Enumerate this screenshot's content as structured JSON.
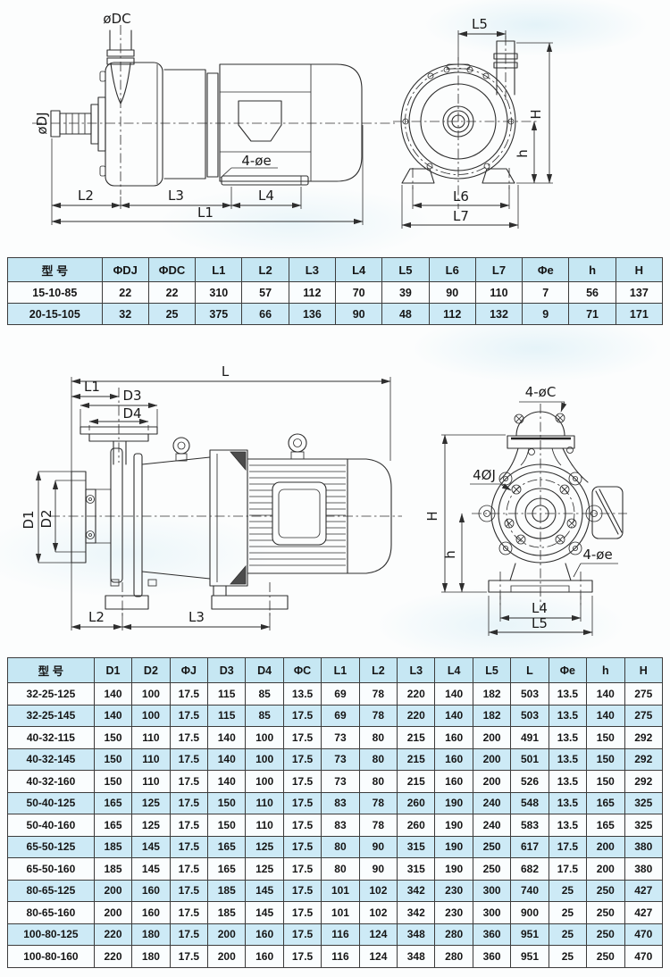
{
  "colors": {
    "table_header_bg": "#c6e7f3",
    "table_alt_row_bg": "#cdeaf6",
    "table_row_bg": "#fafdfe",
    "line": "#2e2e2e",
    "paper_tint": "#d8ecf4"
  },
  "drawing_small_side": {
    "labels": {
      "dc": "øDC",
      "dj": "øDJ",
      "bolt_e": "4-øe",
      "l1": "L1",
      "l2": "L2",
      "l3": "L3",
      "l4": "L4"
    }
  },
  "drawing_small_front": {
    "labels": {
      "l5": "L5",
      "H": "H",
      "h": "h",
      "l6": "L6",
      "l7": "L7"
    }
  },
  "drawing_large_side": {
    "labels": {
      "l": "L",
      "l1": "L1",
      "d3": "D3",
      "d4": "D4",
      "d1": "D1",
      "d2": "D2",
      "l2": "L2",
      "l3": "L3"
    }
  },
  "drawing_large_front": {
    "labels": {
      "bolt_c": "4-øC",
      "bolt_j": "4ØJ",
      "bolt_e": "4-øe",
      "H": "H",
      "h": "h",
      "l4": "L4",
      "l5": "L5"
    }
  },
  "table1": {
    "headers": [
      "型 号",
      "ΦDJ",
      "ΦDC",
      "L1",
      "L2",
      "L3",
      "L4",
      "L5",
      "L6",
      "L7",
      "Φe",
      "h",
      "H"
    ],
    "rows": [
      [
        "15-10-85",
        "22",
        "22",
        "310",
        "57",
        "112",
        "70",
        "39",
        "90",
        "110",
        "7",
        "56",
        "137"
      ],
      [
        "20-15-105",
        "32",
        "25",
        "375",
        "66",
        "136",
        "90",
        "48",
        "112",
        "132",
        "9",
        "71",
        "171"
      ]
    ]
  },
  "table2": {
    "headers": [
      "型 号",
      "D1",
      "D2",
      "ΦJ",
      "D3",
      "D4",
      "ΦC",
      "L1",
      "L2",
      "L3",
      "L4",
      "L5",
      "L",
      "Φe",
      "h",
      "H"
    ],
    "rows": [
      [
        "32-25-125",
        "140",
        "100",
        "17.5",
        "115",
        "85",
        "13.5",
        "69",
        "78",
        "220",
        "140",
        "182",
        "503",
        "13.5",
        "140",
        "275"
      ],
      [
        "32-25-145",
        "140",
        "100",
        "17.5",
        "115",
        "85",
        "17.5",
        "69",
        "78",
        "220",
        "140",
        "182",
        "503",
        "13.5",
        "140",
        "275"
      ],
      [
        "40-32-115",
        "150",
        "110",
        "17.5",
        "140",
        "100",
        "17.5",
        "73",
        "80",
        "215",
        "160",
        "200",
        "491",
        "13.5",
        "150",
        "292"
      ],
      [
        "40-32-145",
        "150",
        "110",
        "17.5",
        "140",
        "100",
        "17.5",
        "73",
        "80",
        "215",
        "160",
        "200",
        "501",
        "13.5",
        "150",
        "292"
      ],
      [
        "40-32-160",
        "150",
        "110",
        "17.5",
        "140",
        "100",
        "17.5",
        "73",
        "80",
        "215",
        "160",
        "200",
        "526",
        "13.5",
        "150",
        "292"
      ],
      [
        "50-40-125",
        "165",
        "125",
        "17.5",
        "150",
        "110",
        "17.5",
        "83",
        "78",
        "260",
        "190",
        "240",
        "548",
        "13.5",
        "165",
        "325"
      ],
      [
        "50-40-160",
        "165",
        "125",
        "17.5",
        "150",
        "110",
        "17.5",
        "83",
        "78",
        "260",
        "190",
        "240",
        "583",
        "13.5",
        "165",
        "325"
      ],
      [
        "65-50-125",
        "185",
        "145",
        "17.5",
        "165",
        "125",
        "17.5",
        "80",
        "90",
        "315",
        "190",
        "250",
        "617",
        "17.5",
        "200",
        "380"
      ],
      [
        "65-50-160",
        "185",
        "145",
        "17.5",
        "165",
        "125",
        "17.5",
        "80",
        "90",
        "315",
        "190",
        "250",
        "682",
        "17.5",
        "200",
        "380"
      ],
      [
        "80-65-125",
        "200",
        "160",
        "17.5",
        "185",
        "145",
        "17.5",
        "101",
        "102",
        "342",
        "230",
        "300",
        "740",
        "25",
        "250",
        "427"
      ],
      [
        "80-65-160",
        "200",
        "160",
        "17.5",
        "185",
        "145",
        "17.5",
        "101",
        "102",
        "342",
        "230",
        "300",
        "900",
        "25",
        "250",
        "427"
      ],
      [
        "100-80-125",
        "220",
        "180",
        "17.5",
        "200",
        "160",
        "17.5",
        "116",
        "124",
        "348",
        "280",
        "360",
        "951",
        "25",
        "250",
        "470"
      ],
      [
        "100-80-160",
        "220",
        "180",
        "17.5",
        "200",
        "160",
        "17.5",
        "116",
        "124",
        "348",
        "280",
        "360",
        "951",
        "25",
        "250",
        "470"
      ]
    ]
  }
}
